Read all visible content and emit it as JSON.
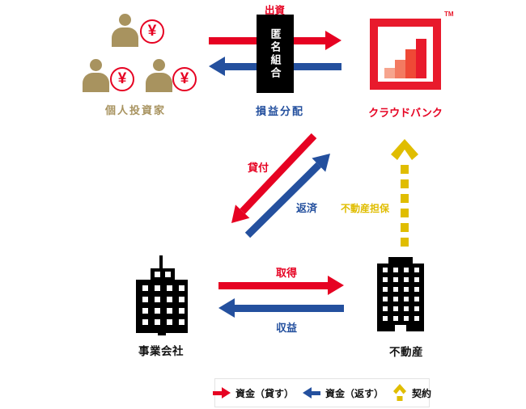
{
  "colors": {
    "red": "#e60222",
    "blue": "#24509e",
    "yellow": "#e0bd00",
    "tan": "#a8935f",
    "black": "#111111",
    "logo_red": "#e81a2c",
    "logo_bars": [
      "#f6a48e",
      "#f37a61",
      "#ef4936",
      "#e81a2c"
    ],
    "legend_border": "#e3e3e3"
  },
  "investors": {
    "label": "個人投資家",
    "yen_symbol": "¥",
    "icons": [
      "person-icon",
      "yen-badge"
    ]
  },
  "partnership": {
    "investment_label": "出資",
    "box_label": "匿名組合",
    "distribution_label": "損益分配"
  },
  "crowdbank": {
    "brand_label": "クラウドバンク",
    "trademark": "TM",
    "icon": "bar-chart-logo"
  },
  "flows": {
    "loan_label": "貸付",
    "repayment_label": "返済",
    "collateral_label": "不動産担保",
    "acquisition_label": "取得",
    "income_label": "収益"
  },
  "entities": {
    "company_label": "事業会社",
    "property_label": "不動産",
    "icons": [
      "office-building-icon",
      "tower-building-icon"
    ]
  },
  "legend": {
    "items": [
      {
        "icon": "red-right-arrow",
        "label": "資金（貸す）"
      },
      {
        "icon": "blue-left-arrow",
        "label": "資金（返す）"
      },
      {
        "icon": "yellow-up-arrow",
        "label": "契約"
      }
    ]
  }
}
